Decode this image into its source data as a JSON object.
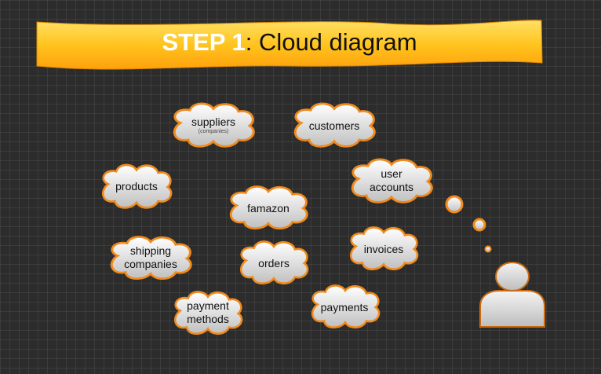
{
  "title": {
    "step": "STEP 1",
    "rest": ": Cloud diagram"
  },
  "clouds": [
    {
      "id": "suppliers",
      "line1": "suppliers",
      "line2": "",
      "sub": "(companies)"
    },
    {
      "id": "customers",
      "line1": "customers",
      "line2": "",
      "sub": ""
    },
    {
      "id": "products",
      "line1": "products",
      "line2": "",
      "sub": ""
    },
    {
      "id": "user-accounts",
      "line1": "user",
      "line2": "accounts",
      "sub": ""
    },
    {
      "id": "famazon",
      "line1": "famazon",
      "line2": "",
      "sub": ""
    },
    {
      "id": "shipping-companies",
      "line1": "shipping",
      "line2": "companies",
      "sub": ""
    },
    {
      "id": "orders",
      "line1": "orders",
      "line2": "",
      "sub": ""
    },
    {
      "id": "invoices",
      "line1": "invoices",
      "line2": "",
      "sub": ""
    },
    {
      "id": "payment-methods",
      "line1": "payment",
      "line2": "methods",
      "sub": ""
    },
    {
      "id": "payments",
      "line1": "payments",
      "line2": "",
      "sub": ""
    }
  ],
  "colors": {
    "banner_top": "#ffd84a",
    "banner_bottom": "#ffab12",
    "cloud_stroke": "#f08a1c",
    "cloud_fill_top": "#ffffff",
    "cloud_fill_bottom": "#c4c4c4",
    "person_stroke": "#c86a12"
  },
  "icons": [
    "thought-bubble-icon",
    "person-icon"
  ]
}
